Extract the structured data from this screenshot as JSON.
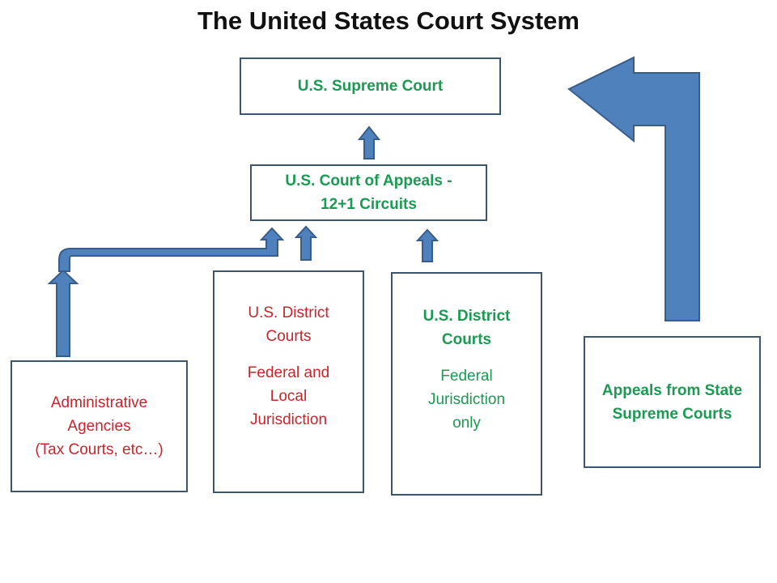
{
  "title": "The United States Court System",
  "colors": {
    "arrow_fill": "#4f81bd",
    "arrow_stroke": "#385d8a",
    "box_border": "#3d566f",
    "green_text": "#1a9a52",
    "red_text": "#c8242b"
  },
  "supreme_court": {
    "label": "U.S. Supreme Court"
  },
  "court_of_appeals": {
    "line1": "U.S. Court of Appeals -",
    "line2": "12+1 Circuits"
  },
  "district_courts_federal_local": {
    "line1": "U.S. District",
    "line2": "Courts",
    "line3": "Federal and",
    "line4": "Local",
    "line5": "Jurisdiction"
  },
  "district_courts_federal_only": {
    "line1": "U.S. District",
    "line2": "Courts",
    "line3": "Federal",
    "line4": "Jurisdiction",
    "line5": "only"
  },
  "administrative_agencies": {
    "line1": "Administrative",
    "line2": "Agencies",
    "line3": "(Tax Courts, etc…)"
  },
  "state_appeals": {
    "line1": "Appeals from State",
    "line2": "Supreme Courts"
  }
}
